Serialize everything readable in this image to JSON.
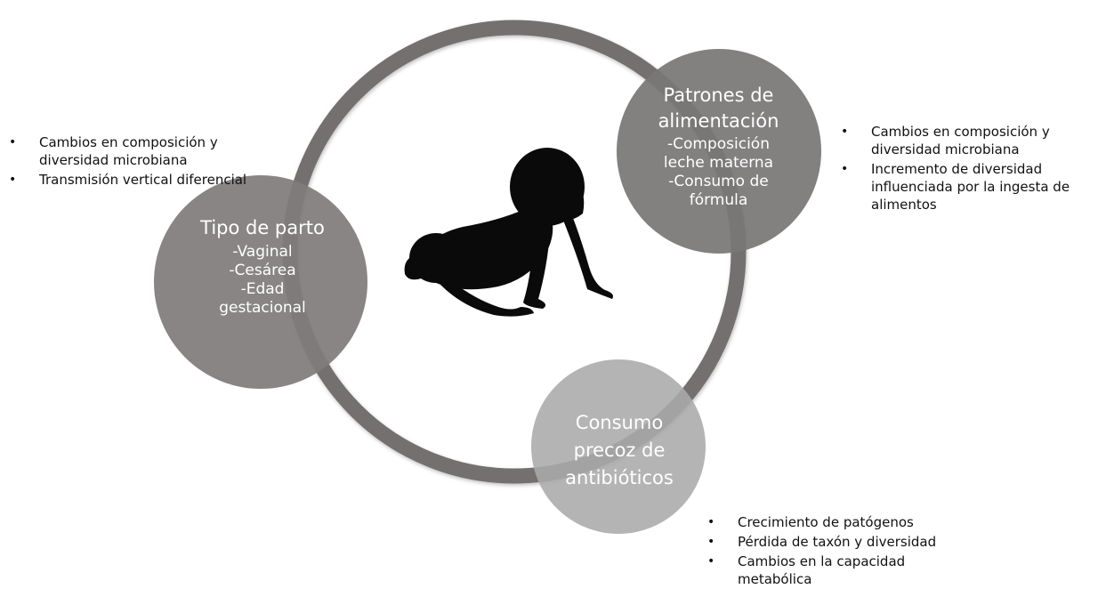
{
  "nodes": {
    "birth": {
      "title": "Tipo de parto",
      "items": [
        "-Vaginal",
        "-Cesárea",
        "-Edad",
        "gestacional"
      ]
    },
    "feeding": {
      "title_line1": "Patrones de",
      "title_line2": "alimentación",
      "items": [
        "-Composición",
        "leche materna",
        "-Consumo de",
        "fórmula"
      ]
    },
    "antibiotics": {
      "title_lines": [
        "Consumo",
        "precoz de",
        "antibióticos"
      ]
    }
  },
  "effects": {
    "birth": [
      "Cambios en composición y diversidad microbiana",
      "Transmisión vertical diferencial"
    ],
    "feeding": [
      "Cambios en composición y diversidad microbiana",
      "Incremento de  diversidad influenciada por la ingesta de alimentos"
    ],
    "antibiotics": [
      "Crecimiento de patógenos",
      "Pérdida de taxón y diversidad",
      "Cambios en la capacidad metabólica"
    ]
  },
  "bullet_char": "•",
  "colors": {
    "ring": "#747070",
    "ring_shadow": "#5a5656",
    "bubble_birth": "#807c7c",
    "bubble_feeding": "#7a7676",
    "bubble_antibiotics": "#aaaaaa",
    "baby": "#0a0a0a",
    "bubble_text": "#ffffff",
    "body_text": "#111111"
  },
  "icons": {
    "center": "crawling-baby-silhouette"
  }
}
